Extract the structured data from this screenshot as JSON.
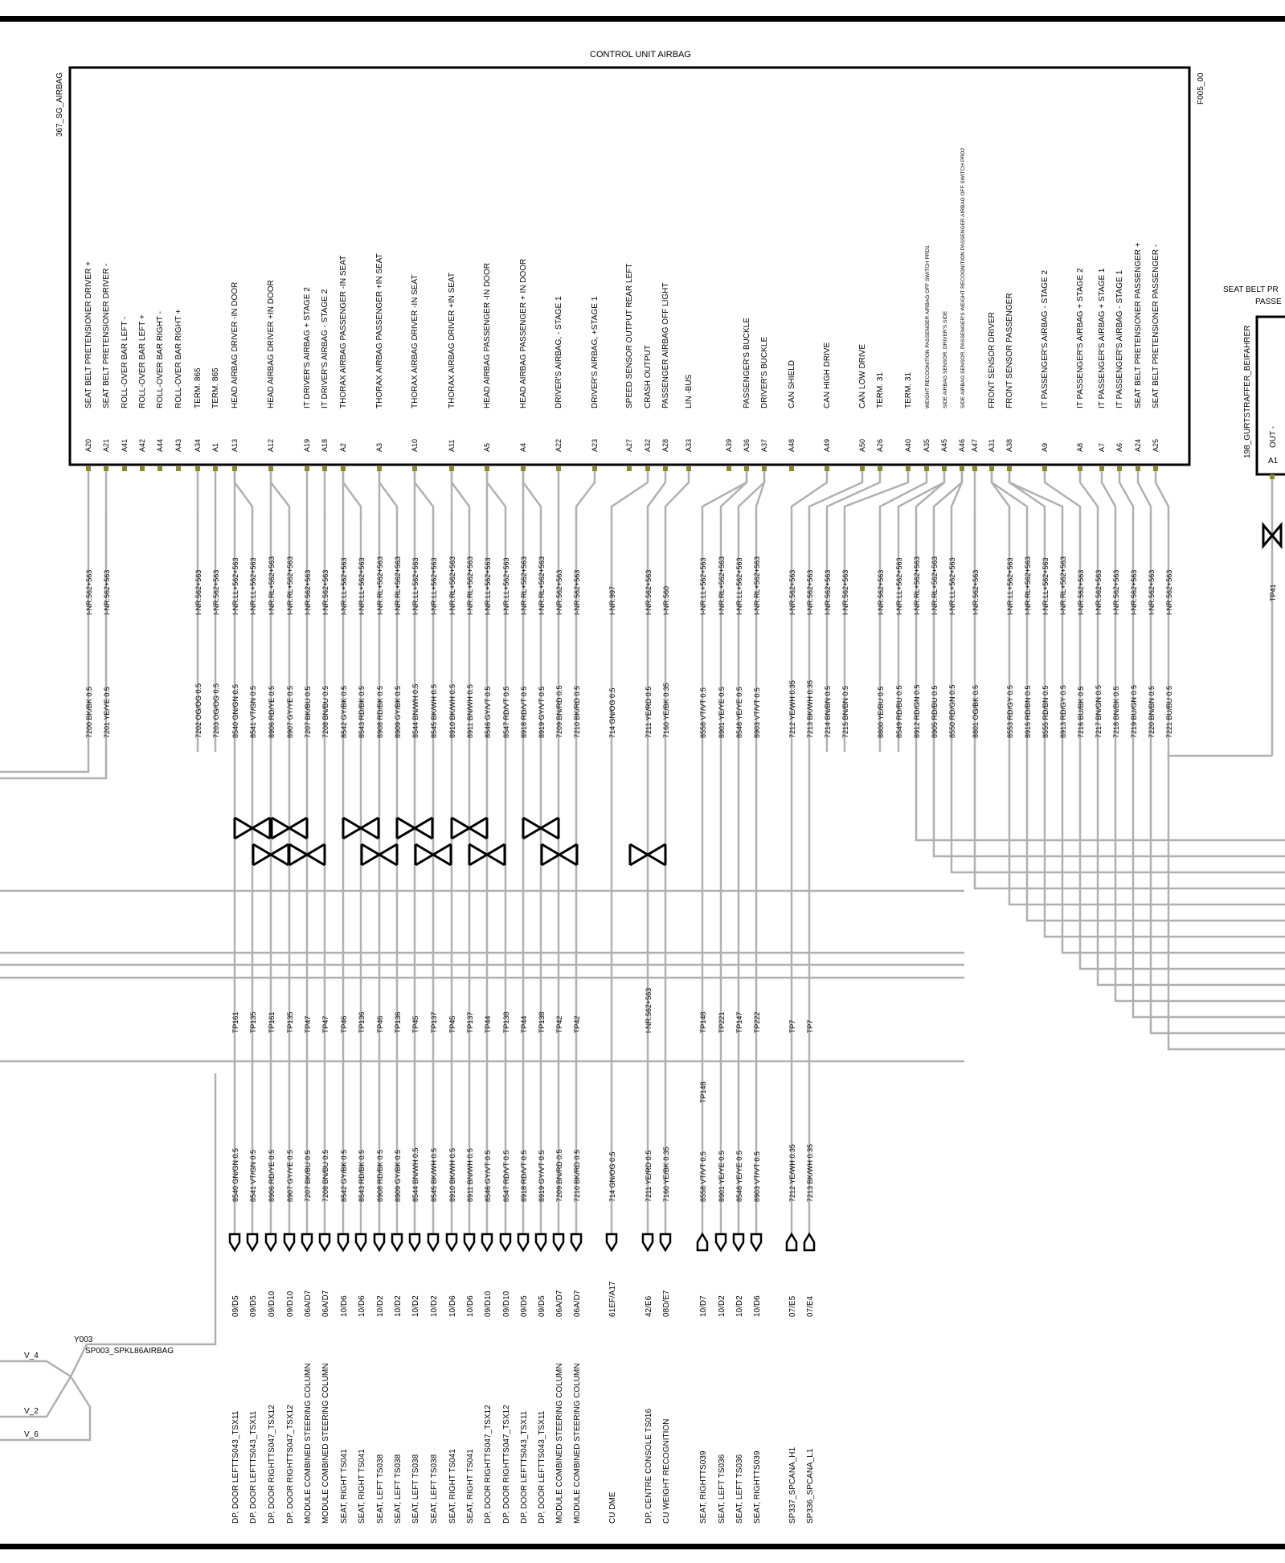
{
  "unit": {
    "title": "CONTROL UNIT AIRBAG",
    "id": "367_SG_AIRBAG",
    "code": "F005_00"
  },
  "pins": [
    {
      "pin": "A20",
      "label": "SEAT BELT PRETENSIONER  DRIVER +"
    },
    {
      "pin": "A21",
      "label": "SEAT BELT PRETENSIONER  DRIVER -"
    },
    {
      "pin": "A41",
      "label": "ROLL-OVER BAR  LEFT -"
    },
    {
      "pin": "A42",
      "label": "ROLL-OVER BAR  LEFT +"
    },
    {
      "pin": "A44",
      "label": "ROLL-OVER BAR  RIGHT -"
    },
    {
      "pin": "A43",
      "label": "ROLL-OVER BAR  RIGHT +"
    },
    {
      "pin": "A34",
      "label": "TERM. 865"
    },
    {
      "pin": "A1",
      "label": "TERM. 865"
    },
    {
      "pin": "A13",
      "label": "HEAD  AIRBAG  DRIVER  -IN DOOR"
    },
    {
      "pin": "A12",
      "label": "HEAD  AIRBAG  DRIVER  +IN DOOR"
    },
    {
      "pin": "A19",
      "label": "IT DRIVER'S AIRBAG + STAGE 2"
    },
    {
      "pin": "A18",
      "label": "IT DRIVER'S AIRBAG - STAGE 2"
    },
    {
      "pin": "A2",
      "label": "THORAX AIRBAG  PASSENGER  -IN SEAT"
    },
    {
      "pin": "A3",
      "label": "THORAX AIRBAG  PASSENGER  +IN SEAT"
    },
    {
      "pin": "A10",
      "label": "THORAX AIRBAG  DRIVER  -IN SEAT"
    },
    {
      "pin": "A11",
      "label": "THORAX AIRBAG  DRIVER +IN SEAT"
    },
    {
      "pin": "A5",
      "label": "HEAD AIRBAG  PASSENGER  -IN DOOR"
    },
    {
      "pin": "A4",
      "label": "HEAD  AIRBAG  PASSENGER  + IN DOOR"
    },
    {
      "pin": "A22",
      "label": "DRIVER'S  AIRBAG, - STAGE 1"
    },
    {
      "pin": "A23",
      "label": "DRIVER'S  AIRBAG, +STAGE 1"
    },
    {
      "pin": "A27",
      "label": "SPEED SENSOR OUTPUT REAR LEFT"
    },
    {
      "pin": "A32",
      "label": "CRASH OUTPUT"
    },
    {
      "pin": "A28",
      "label": "PASSENGER  AIRBAG  OFF LIGHT"
    },
    {
      "pin": "A33",
      "label": "LIN  -BUS"
    },
    {
      "pin": "A39",
      "label": ""
    },
    {
      "pin": "A36",
      "label": "PASSENGER'S  BUCKLE"
    },
    {
      "pin": "A37",
      "label": "DRIVER'S  BUCKLE"
    },
    {
      "pin": "A48",
      "label": "CAN SHIELD"
    },
    {
      "pin": "A49",
      "label": "CAN HIGH DRIVE"
    },
    {
      "pin": "A50",
      "label": "CAN LOW  DRIVE"
    },
    {
      "pin": "A26",
      "label": "TERM. 31"
    },
    {
      "pin": "A40",
      "label": "TERM. 31"
    },
    {
      "pin": "A35",
      "label": "WEIGHT  RECOGNITION  PASSENGER AIRBAG  OFF  SWITCH  PRD1"
    },
    {
      "pin": "A45",
      "label": "SIDE AIRBAG  SENSOR,  DRIVER'S  SIDE"
    },
    {
      "pin": "A46",
      "label": "SIDE AIRBAG  SENSOR,  PASSENGER'S WEIGHT  RECOGNITION  PASSENGER AIRBAG  OFF  SWITCH  PRD2"
    },
    {
      "pin": "A47",
      "label": ""
    },
    {
      "pin": "A31",
      "label": "FRONT SENSOR DRIVER"
    },
    {
      "pin": "A38",
      "label": "FRONT SENSOR PASSENGER"
    },
    {
      "pin": "A9",
      "label": "IT PASSENGER'S AIRBAG - STAGE 2"
    },
    {
      "pin": "A8",
      "label": "IT PASSENGER'S AIRBAG + STAGE 2"
    },
    {
      "pin": "A7",
      "label": "IT PASSENGER'S AIRBAG + STAGE 1"
    },
    {
      "pin": "A6",
      "label": "IT PASSENGER'S AIRBAG - STAGE 1"
    },
    {
      "pin": "A24",
      "label": "SEAT BELT PRETENSIONER  PASSENGER +"
    },
    {
      "pin": "A25",
      "label": "SEAT BELT PRETENSIONER  PASSENGER -"
    }
  ],
  "wires_upper": [
    {
      "w": "7200 BK/BK 0.5",
      "opt": "I-NR.562+563"
    },
    {
      "w": "7201 YE/YE 0.5",
      "opt": "I-NR.562+563"
    },
    {
      "w": "7202 OG/OG 0.5",
      "opt": "I-NR.562+563"
    },
    {
      "w": "7203 OG/OG 0.5",
      "opt": "I-NR.562+563"
    },
    {
      "w": "8540 GN/GN 0.5",
      "opt": "I-NR.LL+562+563"
    },
    {
      "w": "8541 VT/GN 0.5",
      "opt": "I-NR.LL+562+563"
    },
    {
      "w": "8906 RD/YE 0.5",
      "opt": "I-NR.RL+562+563"
    },
    {
      "w": "8907 GY/YE 0.5",
      "opt": "I-NR.RL+562+563"
    },
    {
      "w": "7207 BK/BU 0.5",
      "opt": "I-NR.562+563"
    },
    {
      "w": "7208 BN/BU 0.5",
      "opt": "I-NR.562+563"
    },
    {
      "w": "8542 GY/BK 0.5",
      "opt": "I-NR.LL+562+563"
    },
    {
      "w": "8543 RD/BK 0.5",
      "opt": "I-NR.LL+562+563"
    },
    {
      "w": "8908 RD/BK 0.5",
      "opt": "I-NR.RL+562+563"
    },
    {
      "w": "8909 GY/BK 0.5",
      "opt": "I-NR.RL+562+563"
    },
    {
      "w": "8544 BN/WH 0.5",
      "opt": "I-NR.LL+562+563"
    },
    {
      "w": "8545 BK/WH 0.5",
      "opt": "I-NR.LL+562+563"
    },
    {
      "w": "8910 BK/WH 0.5",
      "opt": "I-NR.RL+562+563"
    },
    {
      "w": "8911 BN/WH 0.5",
      "opt": "I-NR.RL+562+563"
    },
    {
      "w": "8546 GY/VT 0.5",
      "opt": "I-NR.LL+562+563"
    },
    {
      "w": "8547 RD/VT 0.5",
      "opt": "I-NR.LL+562+563"
    },
    {
      "w": "8918 RD/VT 0.5",
      "opt": "I-NR.RL+562+563"
    },
    {
      "w": "8919 GY/VT 0.5",
      "opt": "I-NR.RL+562+563"
    },
    {
      "w": "7209 BN/RD 0.5",
      "opt": "I-NR.562+563"
    },
    {
      "w": "7210 BK/RD 0.5",
      "opt": "I-NR.562+563"
    },
    {
      "w": "714 GN/OG 0.5",
      "opt": "I-NR.997"
    },
    {
      "w": "7211 YE/RD 0.5",
      "opt": "I-NR.562+563"
    },
    {
      "w": "7160 YE/BK 0.35",
      "opt": "I-NR.560"
    },
    {
      "w": "8558 VT/VT 0.5",
      "opt": "I-NR.LL+562+563"
    },
    {
      "w": "8901 YE/YE 0.5",
      "opt": "I-NR.RL+562+563"
    },
    {
      "w": "8548 YE/YE 0.5",
      "opt": "I-NR.LL+562+563"
    },
    {
      "w": "8903 VT/VT 0.5",
      "opt": "I-NR.RL+562+563"
    },
    {
      "w": "7212 YE/WH 0.35",
      "opt": "I-NR.562+563"
    },
    {
      "w": "7213 BK/WH 0.35",
      "opt": "I-NR.562+563"
    },
    {
      "w": "7214 BN/BN 0.5",
      "opt": "I-NR.562+563"
    },
    {
      "w": "7215 BN/BN 0.5",
      "opt": "I-NR.562+563"
    },
    {
      "w": "8800 YE/BU 0.5",
      "opt": "I-NR.562+563"
    },
    {
      "w": "8549 RD/BU 0.5",
      "opt": "I-NR.LL+562+563"
    },
    {
      "w": "8912 RD/GN 0.5",
      "opt": "I-NR.RL+562+563"
    },
    {
      "w": "8905 RD/BU 0.5",
      "opt": "I-NR.RL+562+563"
    },
    {
      "w": "8550 RD/GN 0.5",
      "opt": "I-NR.LL+562+563"
    },
    {
      "w": "8801 OG/BK 0.5",
      "opt": "I-NR.562+563"
    },
    {
      "w": "8553 RD/GY 0.5",
      "opt": "I-NR.LL+562+563"
    },
    {
      "w": "8915 RD/BN 0.5",
      "opt": "I-NR.RL+562+563"
    },
    {
      "w": "8555 RD/BN 0.5",
      "opt": "I-NR.LL+562+563"
    },
    {
      "w": "8913 RD/GY 0.5",
      "opt": "I-NR.RL+562+563"
    },
    {
      "w": "7216 BU/BK 0.5",
      "opt": "I-NR.562+563"
    },
    {
      "w": "7217 BN/GN 0.5",
      "opt": "I-NR.562+563"
    },
    {
      "w": "7218 BN/BK 0.5",
      "opt": "I-NR.562+563"
    },
    {
      "w": "7219 BU/GN 0.5",
      "opt": "I-NR.562+563"
    },
    {
      "w": "7220 BN/BN 0.5",
      "opt": "I-NR.562+563"
    },
    {
      "w": "7221 BU/BU 0.5",
      "opt": "I-NR.562+563"
    }
  ],
  "lower": [
    {
      "tp": "TP161",
      "w": "8540 GN/GN 0.5",
      "grid": "09/D5",
      "dest": "DP, DOOR LEFTTS043_TSX11"
    },
    {
      "tp": "TP135",
      "w": "8541 VT/GN 0.5",
      "grid": "09/D5",
      "dest": "DP, DOOR LEFTTS043_TSX11"
    },
    {
      "tp": "TP161",
      "w": "8906 RD/YE 0.5",
      "grid": "09/D10",
      "dest": "DP, DOOR RIGHTTS047_TSX12"
    },
    {
      "tp": "TP135",
      "w": "8907 GY/YE 0.5",
      "grid": "09/D10",
      "dest": "DP, DOOR RIGHTTS047_TSX12"
    },
    {
      "tp": "TP47",
      "w": "7207 BK/BU 0.5",
      "grid": "06A/D7",
      "dest": "MODULE  COMBINED STEERING COLUMN"
    },
    {
      "tp": "TP47",
      "w": "7208 BN/BU 0.5",
      "grid": "06A/D7",
      "dest": "MODULE  COMBINED STEERING COLUMN"
    },
    {
      "tp": "TP46",
      "w": "8542 GY/BK 0.5",
      "grid": "10/D6",
      "dest": "SEAT, RIGHT TS041"
    },
    {
      "tp": "TP136",
      "w": "8543 RD/BK 0.5",
      "grid": "10/D6",
      "dest": "SEAT, RIGHT TS041"
    },
    {
      "tp": "TP46",
      "w": "8908 RD/BK 0.5",
      "grid": "10/D2",
      "dest": "SEAT, LEFT TS038"
    },
    {
      "tp": "TP136",
      "w": "8909 GY/BK 0.5",
      "grid": "10/D2",
      "dest": "SEAT, LEFT TS038"
    },
    {
      "tp": "TP45",
      "w": "8544 BN/WH 0.5",
      "grid": "10/D2",
      "dest": "SEAT, LEFT TS038"
    },
    {
      "tp": "TP137",
      "w": "8545 BK/WH 0.5",
      "grid": "10/D2",
      "dest": "SEAT, LEFT TS038"
    },
    {
      "tp": "TP45",
      "w": "8910 BK/WH 0.5",
      "grid": "10/D6",
      "dest": "SEAT, RIGHT TS041"
    },
    {
      "tp": "TP137",
      "w": "8911 BN/WH 0.5",
      "grid": "10/D6",
      "dest": "SEAT, RIGHT TS041"
    },
    {
      "tp": "TP44",
      "w": "8546 GY/VT 0.5",
      "grid": "09/D10",
      "dest": "DP, DOOR RIGHTTS047_TSX12"
    },
    {
      "tp": "TP138",
      "w": "8547 RD/VT 0.5",
      "grid": "09/D10",
      "dest": "DP, DOOR RIGHTTS047_TSX12"
    },
    {
      "tp": "TP44",
      "w": "8918 RD/VT 0.5",
      "grid": "09/D5",
      "dest": "DP, DOOR LEFTTS043_TSX11"
    },
    {
      "tp": "TP138",
      "w": "8919 GY/VT 0.5",
      "grid": "09/D5",
      "dest": "DP, DOOR LEFTTS043_TSX11"
    },
    {
      "tp": "TP42",
      "w": "7209 BN/RD 0.5",
      "grid": "06A/D7",
      "dest": "MODULE  COMBINED STEERING COLUMN"
    },
    {
      "tp": "TP42",
      "w": "7210 BK/RD 0.5",
      "grid": "06A/D7",
      "dest": "MODULE  COMBINED STEERING COLUMN"
    },
    {
      "tp": "",
      "w": "714 GN/OG 0.5",
      "grid": "61EF/A17",
      "dest": "CU DME"
    },
    {
      "tp": "I-NR.562+563",
      "w": "7211 YE/RD 0.5",
      "grid": "42/E6",
      "dest": "DP, CENTRE CONSOLE TS016"
    },
    {
      "tp": "",
      "w": "7160 YE/BK 0.35",
      "grid": "08D/E7",
      "dest": "CU WEIGHT RECOGNITION"
    },
    {
      "tp": "TP148",
      "w": "8558 VT/VT 0.5",
      "grid": "10/D7",
      "dest": "SEAT, RIGHTTS039"
    },
    {
      "tp": "TP221",
      "w": "8901 YE/YE 0.5",
      "grid": "10/D2",
      "dest": "SEAT, LEFT TS036"
    },
    {
      "tp": "TP147",
      "w": "8548 YE/YE 0.5",
      "grid": "10/D2",
      "dest": "SEAT, LEFT TS036"
    },
    {
      "tp": "TP222",
      "w": "8903 VT/VT 0.5",
      "grid": "10/D6",
      "dest": "SEAT, RIGHTTS039"
    },
    {
      "tp": "TP7",
      "w": "7212 YE/WH 0.35",
      "grid": "07/E5",
      "dest": "SP337_SPCANA_H1"
    },
    {
      "tp": "TP7",
      "w": "7213 BK/WH 0.35",
      "grid": "07/E4",
      "dest": "SP336_SPCANA_L1"
    }
  ],
  "extra": {
    "tp148_mid": "TP148",
    "splice_id": "Y003",
    "splice_name": "SP003_SPKL86AIRBAG",
    "v4": "V_4",
    "v2": "V_2",
    "v6": "V_6",
    "belt_title1": "SEAT BELT PR",
    "belt_title2": "PASSE",
    "belt_id": "198_GURTSTRAFFER_BEIFAHRER",
    "belt_pin_out": "OUT -",
    "belt_pin": "A1",
    "belt_tp": "TP41"
  }
}
